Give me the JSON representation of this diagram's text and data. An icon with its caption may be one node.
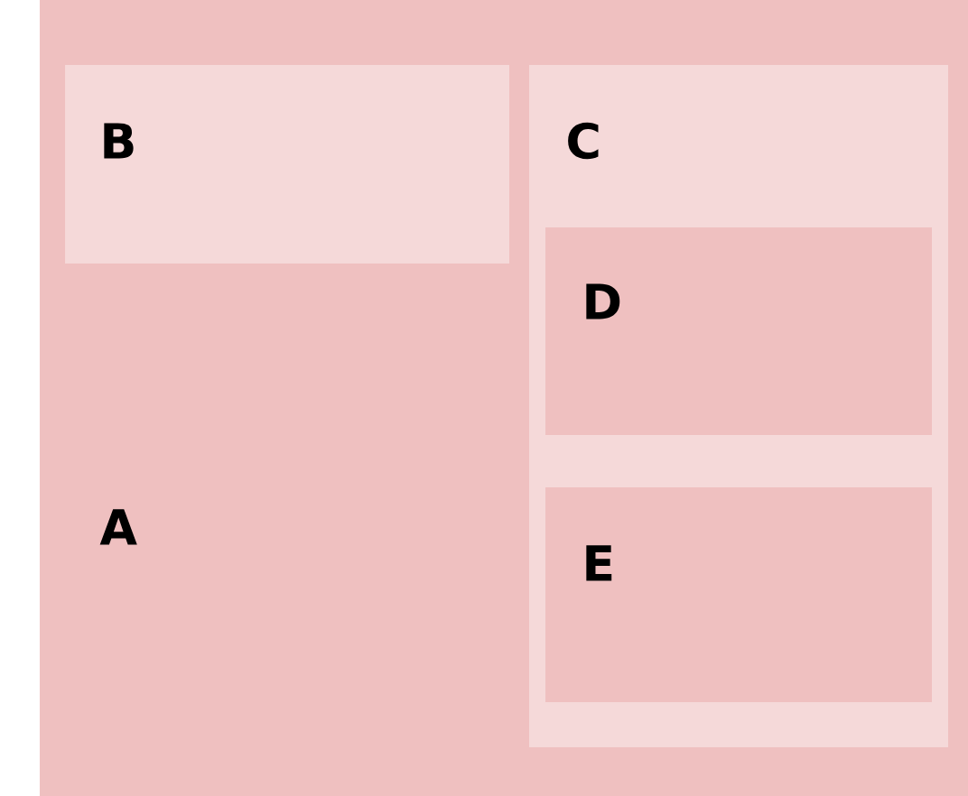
{
  "diagram": {
    "nodes": [
      {
        "text": [
          "A"
        ]
      },
      {
        "text": [
          "B"
        ],
        "in": 0
      },
      {
        "text": [
          "C"
        ],
        "in": 0
      },
      {
        "text": [
          "D"
        ],
        "in": 2
      },
      {
        "text": [
          "E"
        ],
        "in": 2
      }
    ]
  }
}
